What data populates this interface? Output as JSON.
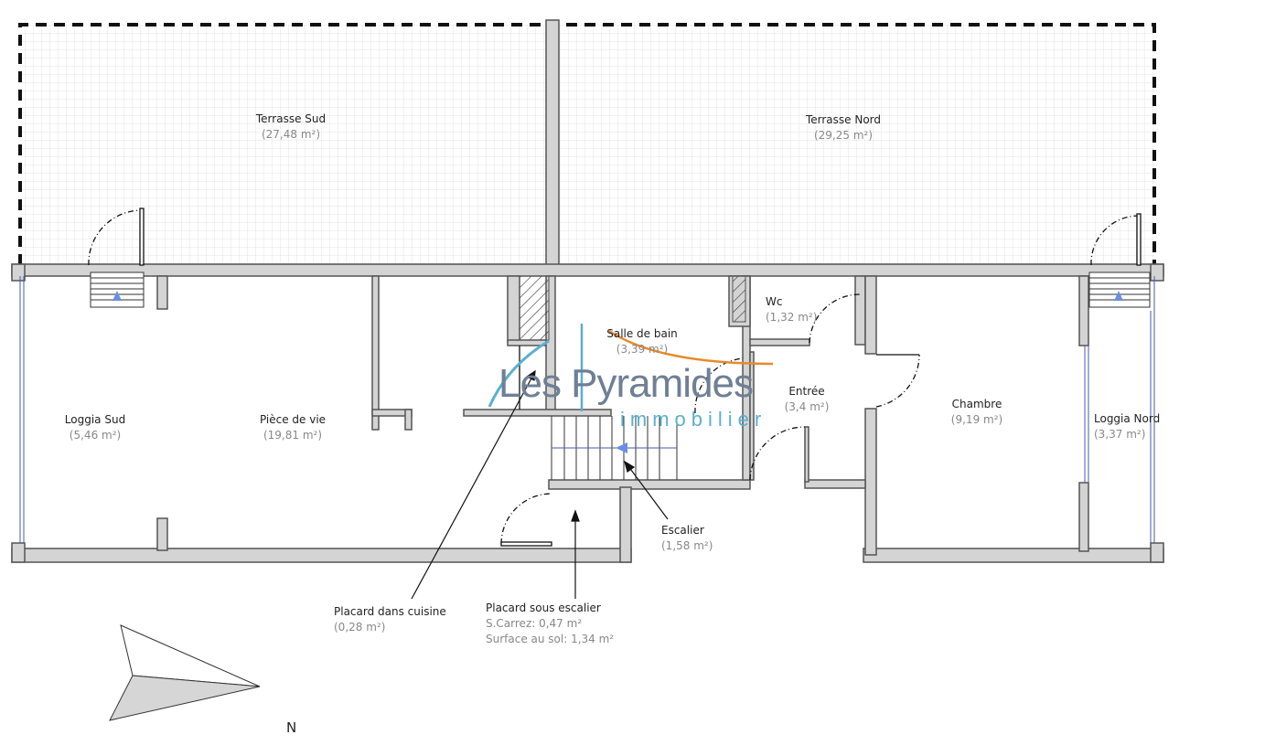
{
  "rooms": {
    "terrasse_sud": {
      "name": "Terrasse Sud",
      "area": "(27,48 m²)"
    },
    "terrasse_nord": {
      "name": "Terrasse Nord",
      "area": "(29,25 m²)"
    },
    "loggia_sud": {
      "name": "Loggia Sud",
      "area": "(5,46 m²)"
    },
    "piece_de_vie": {
      "name": "Pièce de vie",
      "area": "(19,81 m²)"
    },
    "salle_de_bain": {
      "name": "Salle de bain",
      "area": "(3,39 m²)"
    },
    "wc": {
      "name": "Wc",
      "area": "(1,32 m²)"
    },
    "entree": {
      "name": "Entrée",
      "area": "(3,4 m²)"
    },
    "chambre": {
      "name": "Chambre",
      "area": "(9,19 m²)"
    },
    "loggia_nord": {
      "name": "Loggia Nord",
      "area": "(3,37 m²)"
    },
    "escalier": {
      "name": "Escalier",
      "area": "(1,58 m²)"
    },
    "placard_cuisine": {
      "name": "Placard dans cuisine",
      "area": "(0,28 m²)"
    },
    "placard_escalier": {
      "name": "Placard sous escalier",
      "carrez": "S.Carrez: 0,47 m²",
      "sol": "Surface au sol: 1,34 m²"
    }
  },
  "logo": {
    "line1": "Les Pyramides",
    "line2": "immobilier",
    "colors": {
      "text": "#6f7f95",
      "accent": "#5ab0d0",
      "swoosh": "#e8892b"
    }
  },
  "compass": {
    "label": "N"
  }
}
